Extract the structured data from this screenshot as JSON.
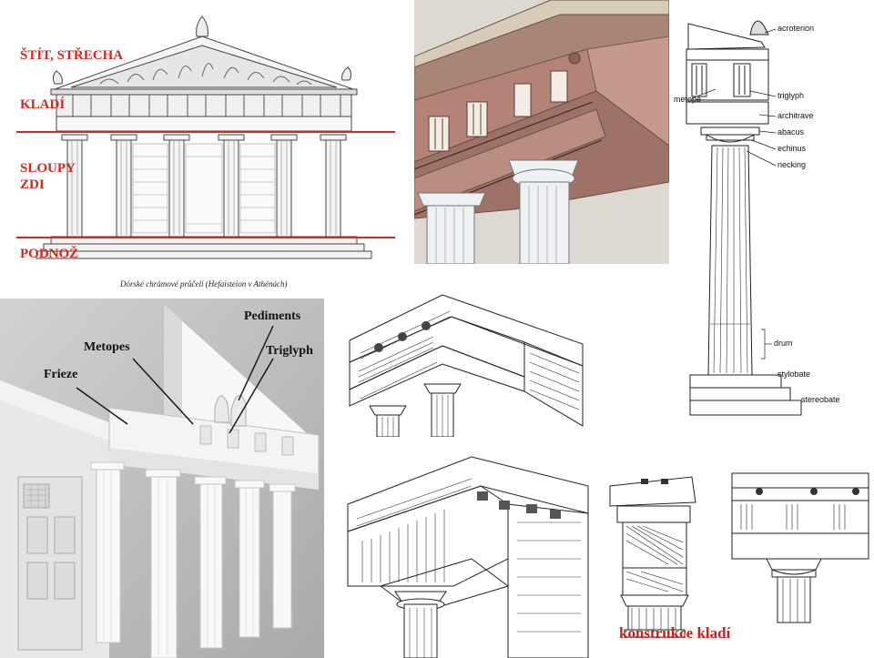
{
  "facade": {
    "labels": {
      "pediment_roof": "ŠTÍT, STŘECHA",
      "entablature": "KLADÍ",
      "columns": "SLOUPY",
      "walls": "ZDI",
      "base": "PODNOŽ"
    },
    "caption": "Dórské chrámové průčelí (Hefaisteion v Athénách)"
  },
  "column_diagram": {
    "labels": {
      "acroterion": "acroterion",
      "triglyph": "triglyph",
      "metope": "metope",
      "architrave": "architrave",
      "abacus": "abacus",
      "echinus": "echinus",
      "necking": "necking",
      "drum": "drum",
      "stylobate": "stylobate",
      "stereobate": "stereobate"
    }
  },
  "model_render": {
    "labels": {
      "pediments": "Pediments",
      "metopes": "Metopes",
      "triglyph": "Triglyph",
      "frieze": "Frieze"
    }
  },
  "entablature_construction": {
    "title": "konstrukce kladí"
  },
  "colors": {
    "label_red": "#d4281c",
    "painted_wood": "#b07a6e",
    "render_gray": "#c9c9c9"
  }
}
